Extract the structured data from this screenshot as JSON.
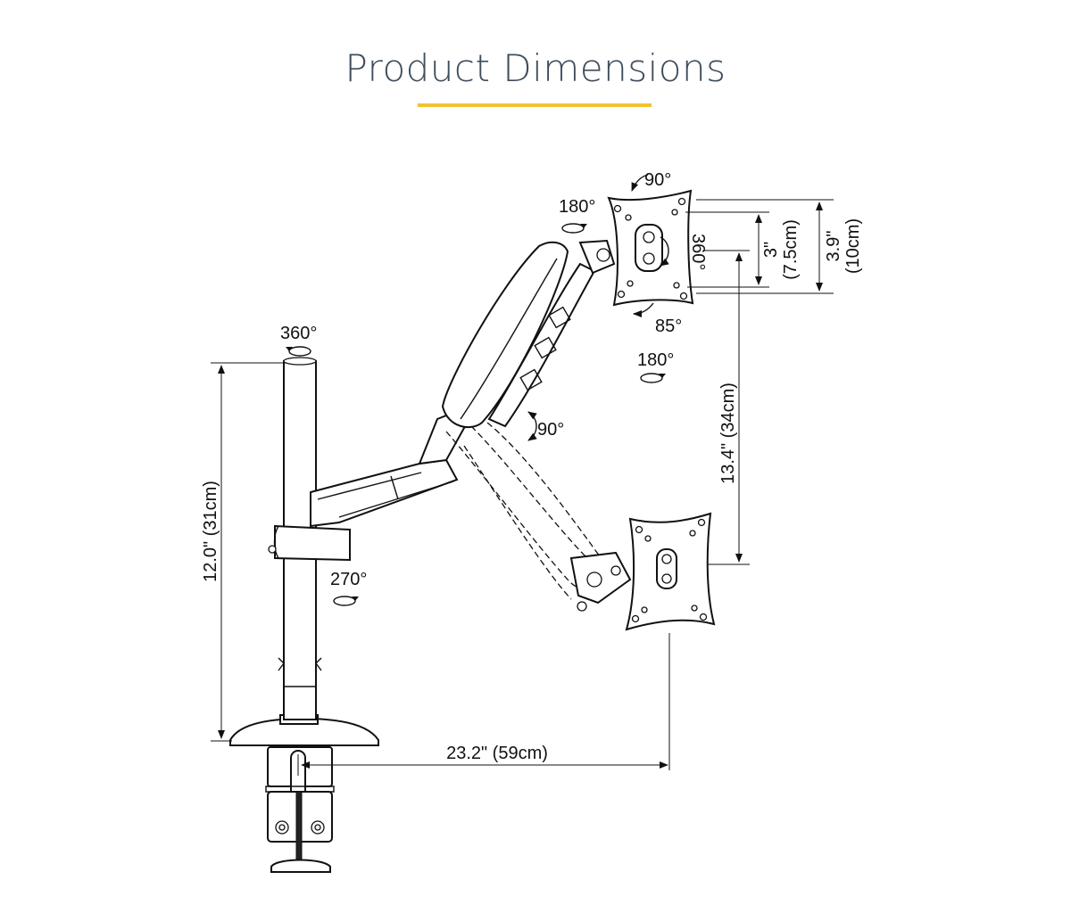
{
  "header": {
    "title": "Product Dimensions",
    "accent_color": "#f2c12e"
  },
  "annotations": {
    "rot_tilt_top": "90°",
    "rot_swivel_head": "180°",
    "rot_plate": "360°",
    "rot_tilt_bottom": "85°",
    "rot_swivel_lower": "180°",
    "rot_pole": "360°",
    "rot_arm_lift": "90°",
    "rot_base": "270°"
  },
  "dimensions": {
    "height_pole": "12.0\" (31cm)",
    "reach": "23.2\" (59cm)",
    "height_range": "13.4\" (34cm)",
    "vesa_small_in": "3\"",
    "vesa_small_cm": "(7.5cm)",
    "vesa_large_in": "3.9\"",
    "vesa_large_cm": "(10cm)"
  },
  "icons": [
    "rotation-arrow-icon",
    "curved-arrow-icon"
  ]
}
